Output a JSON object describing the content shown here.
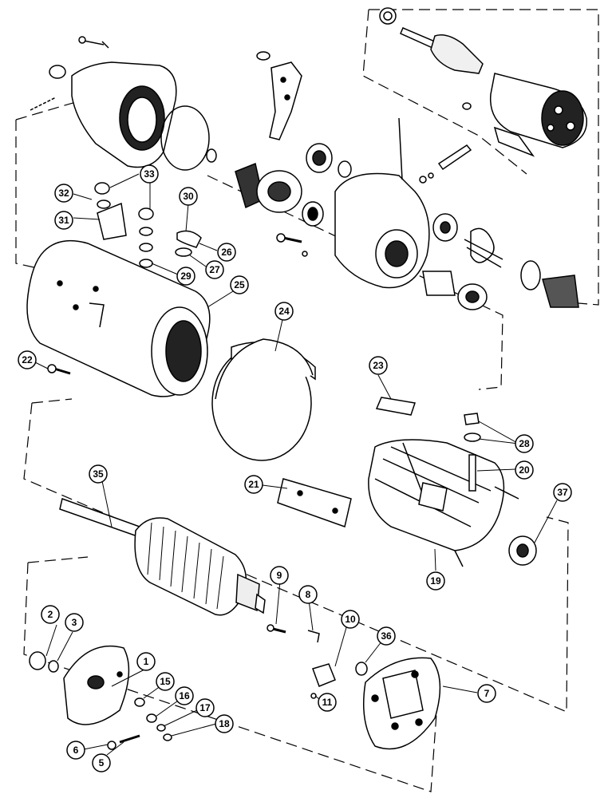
{
  "diagram": {
    "callouts": [
      {
        "id": "c1",
        "label": "1"
      },
      {
        "id": "c2",
        "label": "2"
      },
      {
        "id": "c3",
        "label": "3"
      },
      {
        "id": "c5",
        "label": "5"
      },
      {
        "id": "c6",
        "label": "6"
      },
      {
        "id": "c7",
        "label": "7"
      },
      {
        "id": "c8",
        "label": "8"
      },
      {
        "id": "c9",
        "label": "9"
      },
      {
        "id": "c10",
        "label": "10"
      },
      {
        "id": "c11",
        "label": "11"
      },
      {
        "id": "c15",
        "label": "15"
      },
      {
        "id": "c16",
        "label": "16"
      },
      {
        "id": "c17",
        "label": "17"
      },
      {
        "id": "c18",
        "label": "18"
      },
      {
        "id": "c19",
        "label": "19"
      },
      {
        "id": "c20",
        "label": "20"
      },
      {
        "id": "c21",
        "label": "21"
      },
      {
        "id": "c22",
        "label": "22"
      },
      {
        "id": "c23",
        "label": "23"
      },
      {
        "id": "c24",
        "label": "24"
      },
      {
        "id": "c25",
        "label": "25"
      },
      {
        "id": "c26",
        "label": "26"
      },
      {
        "id": "c27",
        "label": "27"
      },
      {
        "id": "c28",
        "label": "28"
      },
      {
        "id": "c29",
        "label": "29"
      },
      {
        "id": "c30",
        "label": "30"
      },
      {
        "id": "c31",
        "label": "31"
      },
      {
        "id": "c32",
        "label": "32"
      },
      {
        "id": "c33",
        "label": "33"
      },
      {
        "id": "c35",
        "label": "35"
      },
      {
        "id": "c36",
        "label": "36"
      },
      {
        "id": "c37",
        "label": "37"
      }
    ]
  }
}
